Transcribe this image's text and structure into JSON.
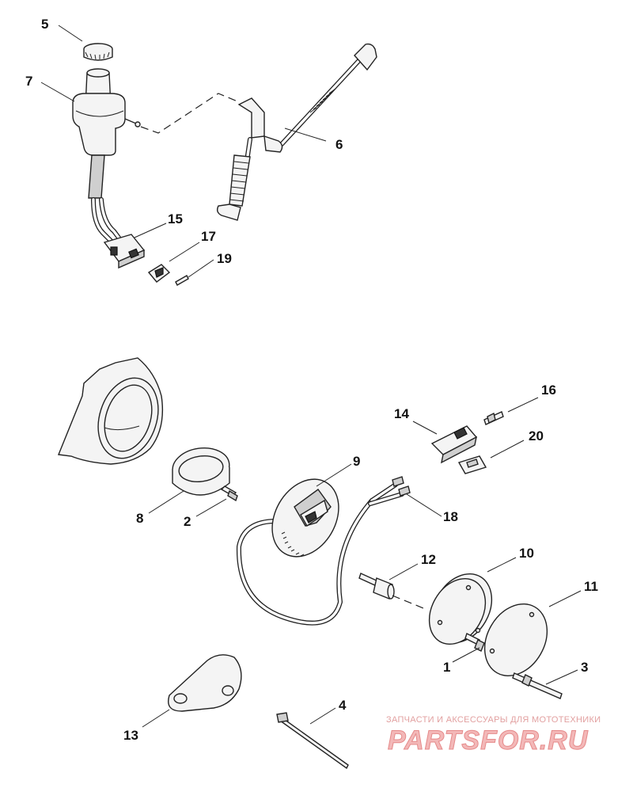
{
  "callouts": {
    "c1": "1",
    "c2": "2",
    "c3": "3",
    "c4": "4",
    "c5": "5",
    "c6": "6",
    "c7": "7",
    "c8": "8",
    "c9": "9",
    "c10": "10",
    "c11": "11",
    "c12": "12",
    "c13": "13",
    "c14": "14",
    "c15": "15",
    "c16": "16",
    "c17": "17",
    "c18": "18",
    "c19": "19",
    "c20": "20"
  },
  "watermark": {
    "tagline": "ЗАПЧАСТИ И АКСЕССУАРЫ ДЛЯ МОТОТЕХНИКИ",
    "brand": "PARTSFOR.RU"
  },
  "colors": {
    "line": "#222222",
    "watermark": "#e58a8a"
  }
}
